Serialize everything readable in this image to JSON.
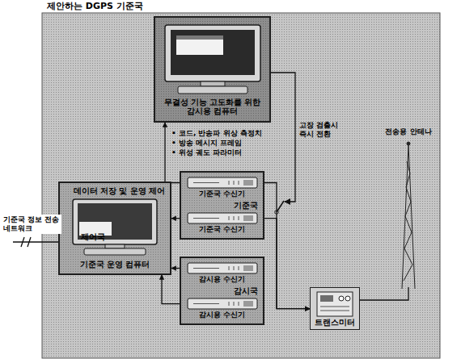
{
  "diagram": {
    "title": "제안하는 DGPS 기준국",
    "nodes": [
      {
        "text": [
          "무결성 기능 고도화를 위한 감시용 컴퓨터"
        ]
      },
      {
        "text": [
          "데이터 저장 및 운영 제어",
          "제어국",
          "기준국 운영 컴퓨터"
        ]
      },
      {
        "text": [
          "기준국"
        ]
      },
      {
        "text": [
          "기준국 수신기"
        ],
        "in": 2
      },
      {
        "text": [
          "기준국 수신기"
        ],
        "in": 2
      },
      {
        "text": [
          "감시국"
        ]
      },
      {
        "text": [
          "감시용 수신기"
        ],
        "in": 5
      },
      {
        "text": [
          "감시용 수신기"
        ],
        "in": 5
      },
      {
        "text": [
          "트랜스미터"
        ]
      }
    ],
    "edges": [
      {
        "from": 1,
        "to": 0,
        "arrow": "to"
      },
      {
        "from": 1,
        "to": 3,
        "arrow": "both"
      },
      {
        "from": 1,
        "to": 4,
        "arrow": "both"
      },
      {
        "from": 1,
        "to": 6,
        "arrow": "both"
      },
      {
        "from": 1,
        "to": 7,
        "arrow": "both"
      },
      {
        "from": 3,
        "to": 8,
        "arrow": "to"
      },
      {
        "from": 4,
        "to": 8,
        "arrow": "to"
      }
    ],
    "labels": [
      "기준국 정보 전송 네트워크",
      "• 코드, 반송파 위상 측정치",
      "• 방송 메시지 프레임",
      "• 위성 궤도 파라미터",
      "고장 검출시 즉시 전환",
      "전송용 안테나"
    ]
  }
}
